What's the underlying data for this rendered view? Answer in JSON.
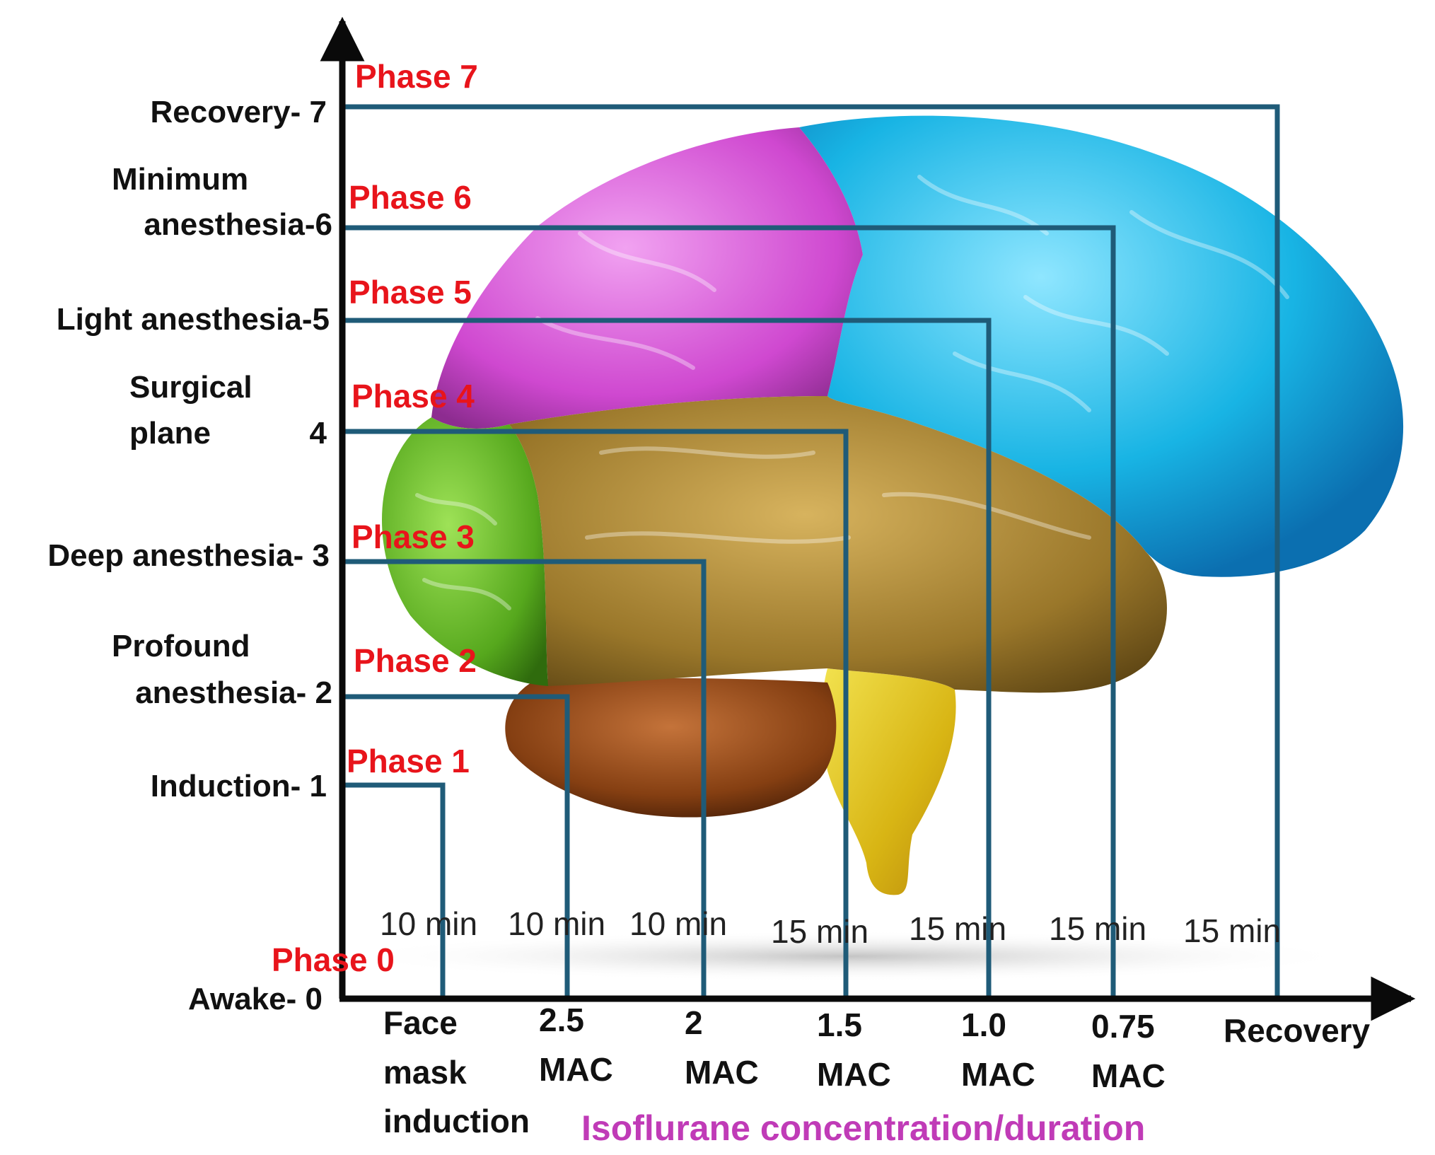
{
  "colors": {
    "axis": "#0a0a0a",
    "connector": "#1f5b78",
    "phase_text": "#e8141b",
    "axis_title": "#c03bb7",
    "brain_frontal": "#d24fd2",
    "brain_parietal": "#1bb7e6",
    "brain_temporal": "#9c7a2a",
    "brain_prefrontal": "#5cae21",
    "brain_cerebellum": "#8b4a16",
    "brain_stem": "#e0c21c"
  },
  "y_levels": [
    {
      "label": [
        "Awake- 0"
      ],
      "phase": "Phase 0"
    },
    {
      "label": [
        "Induction- 1"
      ],
      "phase": "Phase 1"
    },
    {
      "label": [
        "Profound",
        "anesthesia- 2"
      ],
      "phase": "Phase 2"
    },
    {
      "label": [
        "Deep anesthesia- 3"
      ],
      "phase": "Phase 3"
    },
    {
      "label": [
        "Surgical",
        "plane",
        "4"
      ],
      "phase": "Phase 4"
    },
    {
      "label": [
        "Light anesthesia-5"
      ],
      "phase": "Phase 5"
    },
    {
      "label": [
        "Minimum",
        "anesthesia-6"
      ],
      "phase": "Phase 6"
    },
    {
      "label": [
        "Recovery- 7"
      ],
      "phase": "Phase 7"
    }
  ],
  "x_steps": [
    {
      "label": [
        "Face",
        "mask",
        "induction"
      ],
      "duration": "10 min",
      "level": 1
    },
    {
      "label": [
        "2.5",
        "MAC"
      ],
      "duration": "10 min",
      "level": 2
    },
    {
      "label": [
        "2",
        "MAC"
      ],
      "duration": "10 min",
      "level": 3
    },
    {
      "label": [
        "1.5",
        "MAC"
      ],
      "duration": "15 min",
      "level": 4
    },
    {
      "label": [
        "1.0",
        "MAC"
      ],
      "duration": "15 min",
      "level": 5
    },
    {
      "label": [
        "0.75",
        "MAC"
      ],
      "duration": "15 min",
      "level": 6
    },
    {
      "label": [
        "Recovery"
      ],
      "duration": "15 min",
      "level": 7
    }
  ],
  "x_axis_title": "Isoflurane concentration/duration"
}
